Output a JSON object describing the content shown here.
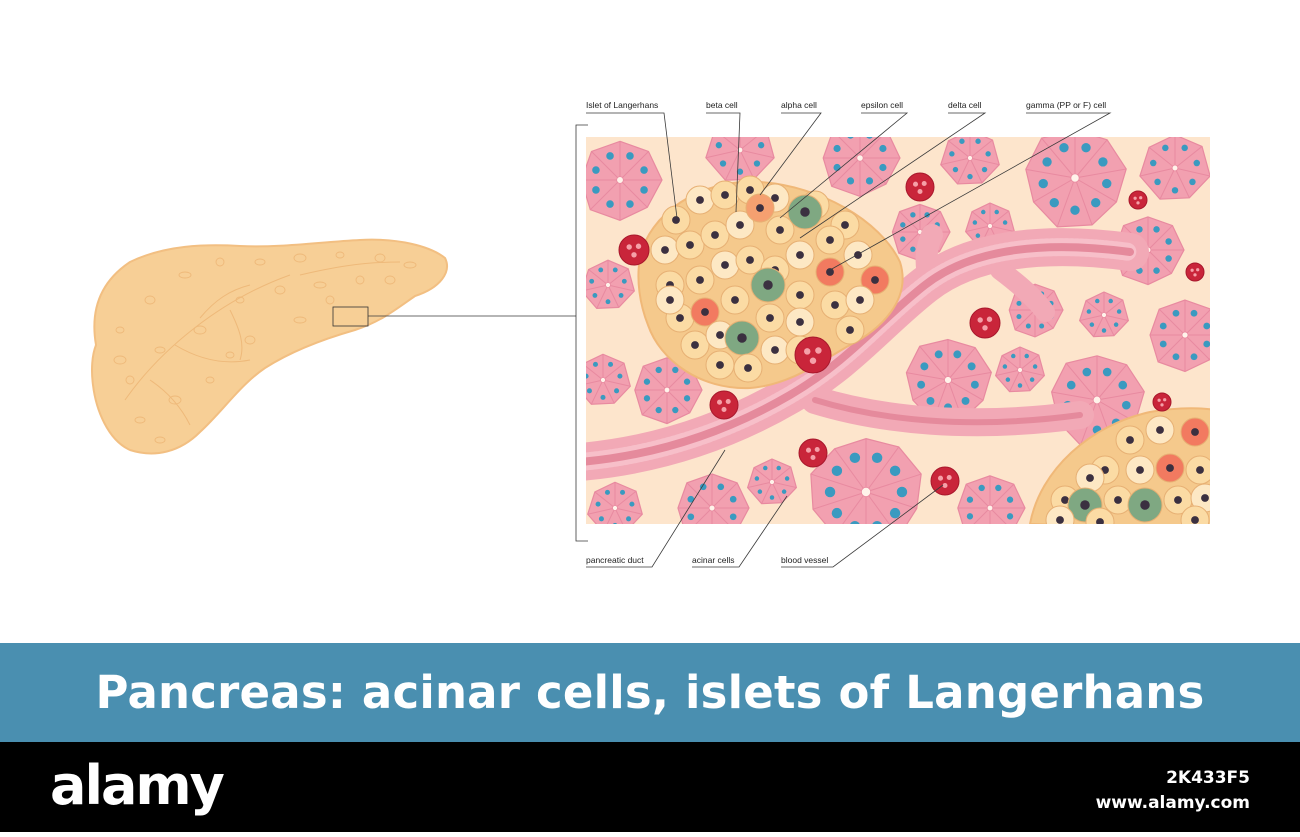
{
  "labels": {
    "islet": "Islet of Langerhans",
    "beta": "beta cell",
    "alpha": "alpha cell",
    "epsilon": "epsilon cell",
    "delta": "delta cell",
    "gamma": "gamma (PP or F) cell",
    "duct": "pancreatic duct",
    "acinar": "acinar cells",
    "vessel": "blood vessel"
  },
  "banner": {
    "title": "Pancreas: acinar cells, islets of Langerhans"
  },
  "footer": {
    "logo": "alamy",
    "image_id": "2K433F5",
    "website": "www.alamy.com"
  },
  "colors": {
    "organ": "#f7cf96",
    "tissue_background": "#fde5cc",
    "acinar_cell": "#f2a0b0",
    "acinar_nucleus": "#3a9ac0",
    "duct": "#e58a9c",
    "blood_vessel": "#c9253a",
    "beta_cell": "#fbdba4",
    "alpha_cell": "#fde8c4",
    "delta_cell": "#f27a60",
    "gamma_cell": "#7fa882",
    "banner": "#4a8fb0",
    "footer": "#000000"
  }
}
